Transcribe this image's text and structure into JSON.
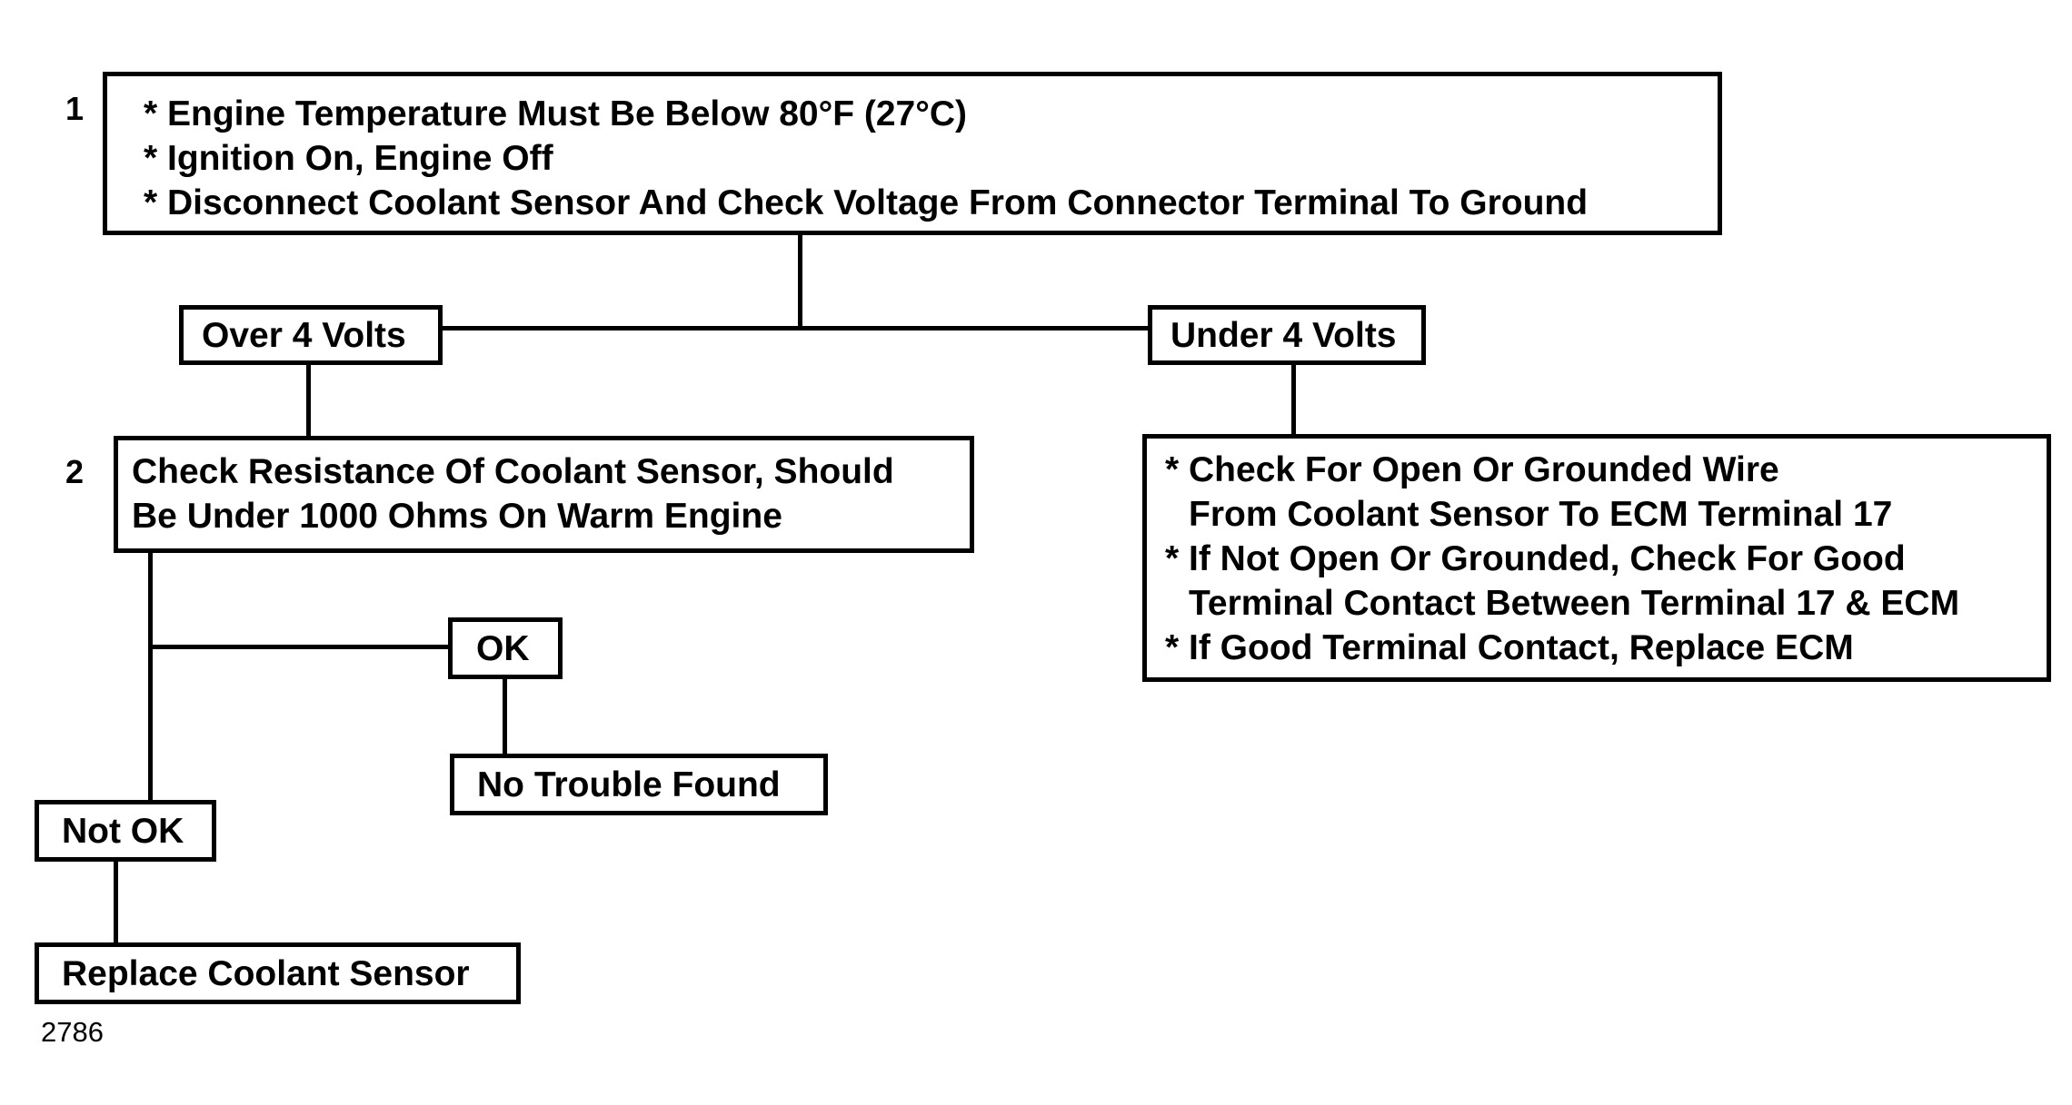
{
  "step_numbers": {
    "step1": "1",
    "step2": "2"
  },
  "boxes": {
    "step1": {
      "lines": [
        "* Engine Temperature Must Be Below 80°F (27°C)",
        "* Ignition On, Engine Off",
        "* Disconnect Coolant Sensor And Check Voltage From Connector Terminal To Ground"
      ]
    },
    "over_4_volts": "Over 4 Volts",
    "under_4_volts": "Under 4 Volts",
    "step2": {
      "lines": [
        "Check Resistance Of Coolant Sensor, Should",
        "Be Under 1000 Ohms On Warm Engine"
      ]
    },
    "under_4_volts_action": {
      "lines": [
        "* Check For Open Or Grounded Wire",
        "From Coolant Sensor To ECM Terminal 17",
        "* If Not Open Or Grounded, Check For Good",
        "Terminal Contact Between Terminal 17 & ECM",
        "* If Good Terminal Contact, Replace ECM"
      ]
    },
    "ok": "OK",
    "no_trouble_found": "No Trouble Found",
    "not_ok": "Not OK",
    "replace_coolant_sensor": "Replace Coolant Sensor"
  },
  "figure_number": "2786"
}
